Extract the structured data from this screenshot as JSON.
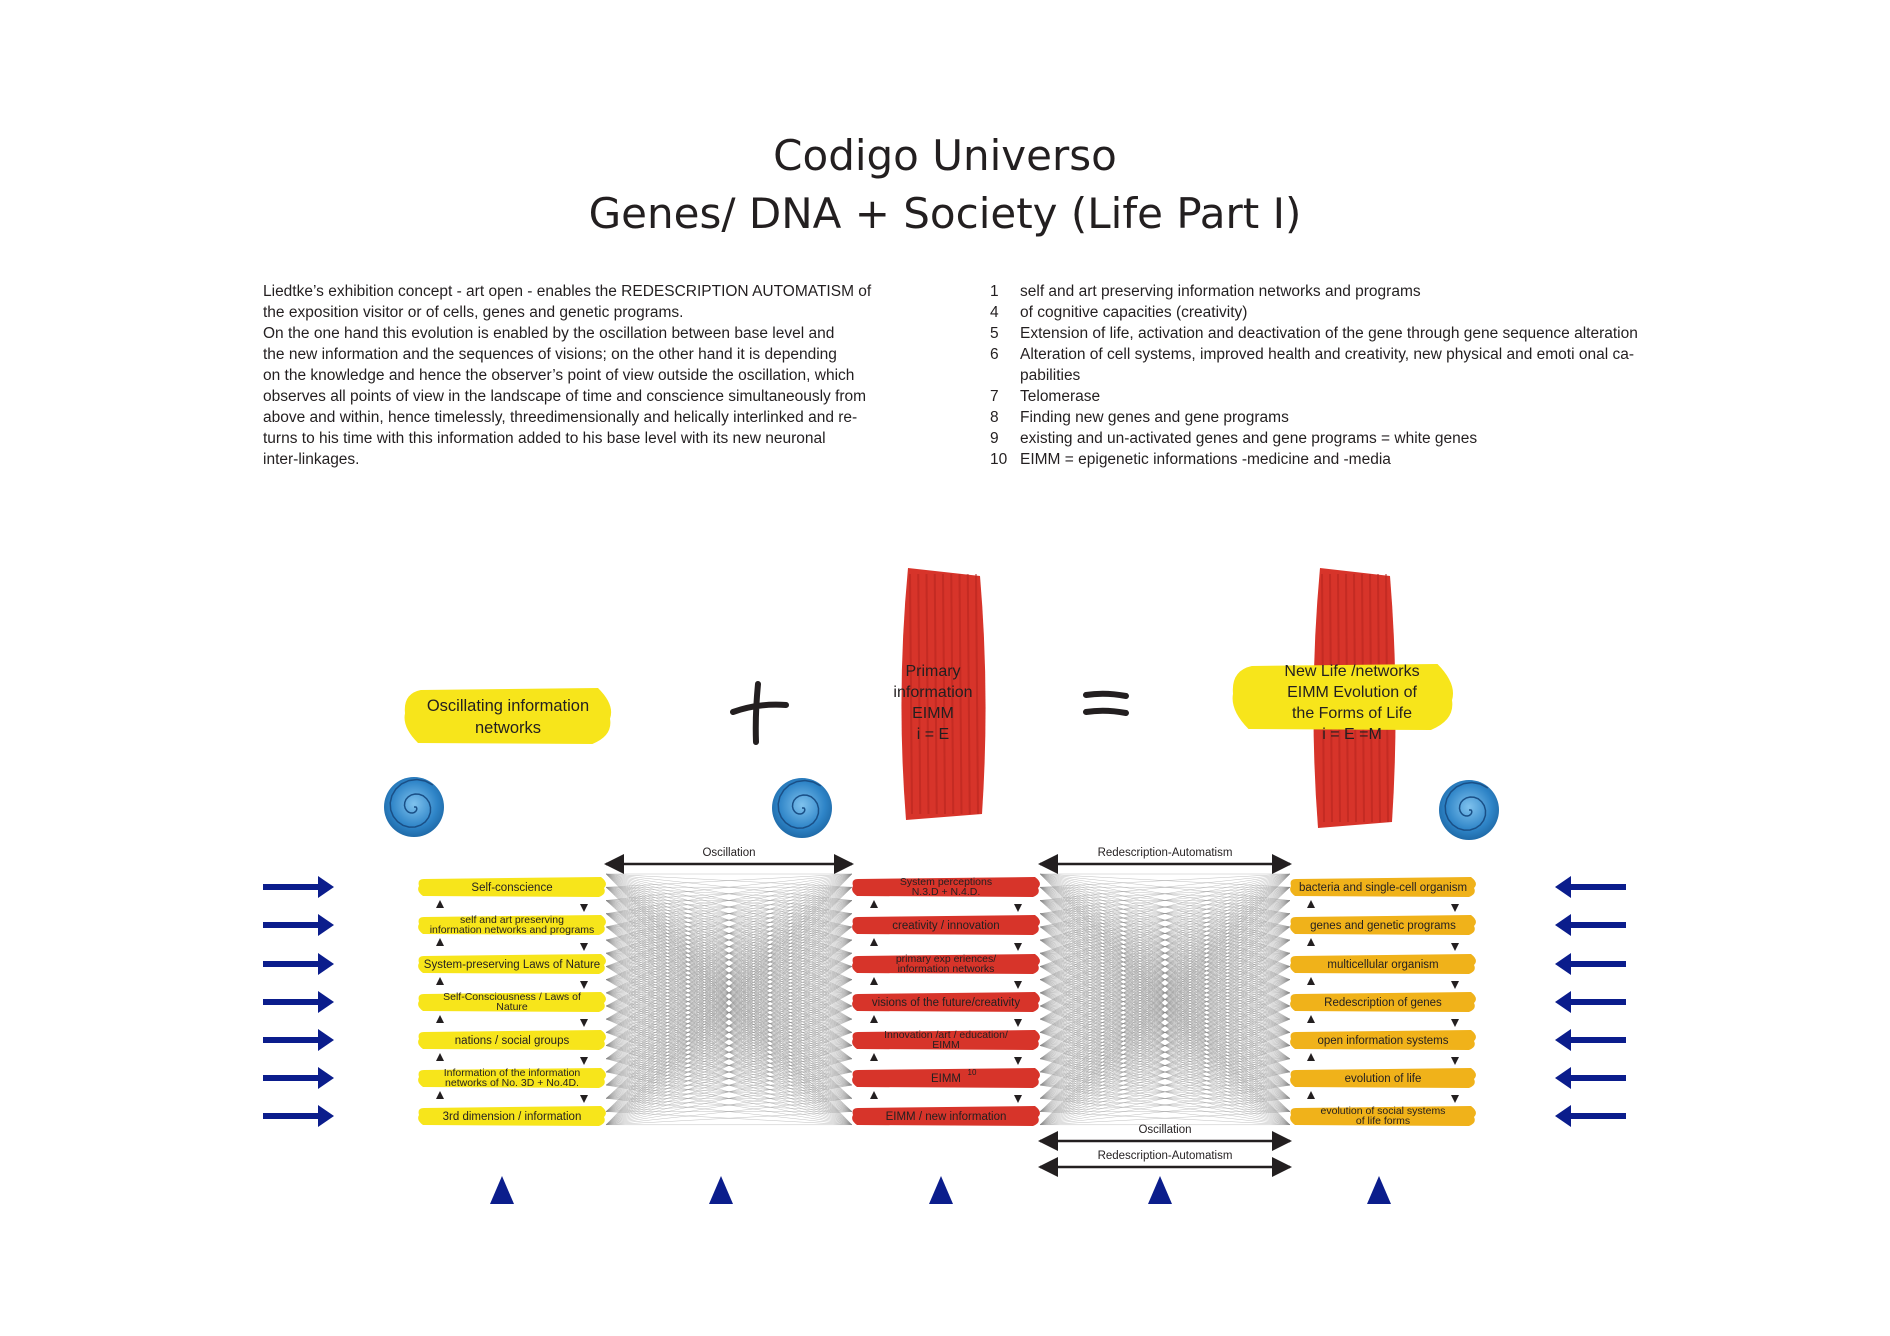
{
  "title": {
    "line1": "Codigo Universo",
    "line2": "Genes/ DNA + Society (Life Part I)"
  },
  "intro_lines": [
    "Liedtke’s exhibition concept - art open - enables the REDESCRIPTION AUTOMATISM of",
    "the exposition visitor or of cells, genes and genetic programs.",
    "On the one hand this evolution is enabled by the oscillation between base level and",
    "the new information and the sequences of visions; on the other hand it is depending",
    "on the knowledge and hence the observer’s point of view outside the oscillation, which",
    "observes all points of view in the landscape of time and conscience simultaneously from",
    "above and within, hence timelessly, threedimensionally and helically interlinked and re-",
    "turns to his time with this information added to his base level with its new neuronal",
    "inter-linkages."
  ],
  "notes": [
    {
      "num": "1",
      "text": "self and art preserving information networks and programs"
    },
    {
      "num": "4",
      "text": "of cognitive capacities (creativity)"
    },
    {
      "num": "5",
      "text": "Extension of life, activation and deactivation of the gene through gene sequence alteration"
    },
    {
      "num": "6",
      "text": "Alteration of cell systems, improved health and creativity, new physical and emoti onal ca-pabilities"
    },
    {
      "num": "7",
      "text": "Telomerase"
    },
    {
      "num": "8",
      "text": "Finding new genes and gene programs"
    },
    {
      "num": "9",
      "text": "existing and un-activated genes and gene programs = white genes"
    },
    {
      "num": "10",
      "text": "EIMM = epigenetic informations -medicine and -media"
    }
  ],
  "equation": {
    "left_lines": [
      "Oscillating information",
      "networks"
    ],
    "plus": "+",
    "middle_lines": [
      "Primary",
      "information",
      "EIMM",
      "i = E"
    ],
    "equals": "=",
    "right_lines": [
      "New Life /networks",
      "EIMM Evolution of",
      "the Forms of Life",
      "i = E =M"
    ]
  },
  "arrows": {
    "top_left": "Oscillation",
    "top_right": "Redescription-Automatism",
    "bottom_1": "Oscillation",
    "bottom_2": "Redescription-Automatism"
  },
  "columns": {
    "left": [
      [
        "Self-conscience"
      ],
      [
        "self and art preserving",
        "information networks and programs"
      ],
      [
        "System-preserving Laws of Nature"
      ],
      [
        "Self-Consciousness / Laws of",
        "Nature"
      ],
      [
        "nations / social groups"
      ],
      [
        "Information of the information",
        "networks of No. 3D + No.4D."
      ],
      [
        "3rd dimension  / information"
      ]
    ],
    "middle": [
      [
        "System perceptions",
        "N.3.D + N.4.D."
      ],
      [
        "creativity / innovation"
      ],
      [
        "primary exp eriences/",
        "information networks"
      ],
      [
        "visions of the future/creativity"
      ],
      [
        "Innovation /art / education/",
        "EIMM"
      ],
      [
        "EIMM"
      ],
      [
        "EIMM / new information"
      ]
    ],
    "middle_superscript": "10",
    "right": [
      [
        "bacteria and single-cell organism"
      ],
      [
        "genes and genetic programs"
      ],
      [
        "multicellular organism"
      ],
      [
        "Redescription of genes"
      ],
      [
        "open information systems"
      ],
      [
        "evolution of life"
      ],
      [
        "evolution of social systems",
        "of life forms"
      ]
    ]
  },
  "colors": {
    "yellow": "#f7e51b",
    "red": "#d7342a",
    "orange": "#f0b21a",
    "navy": "#0b1d8c",
    "blue_swirl": "#2e84c7"
  }
}
